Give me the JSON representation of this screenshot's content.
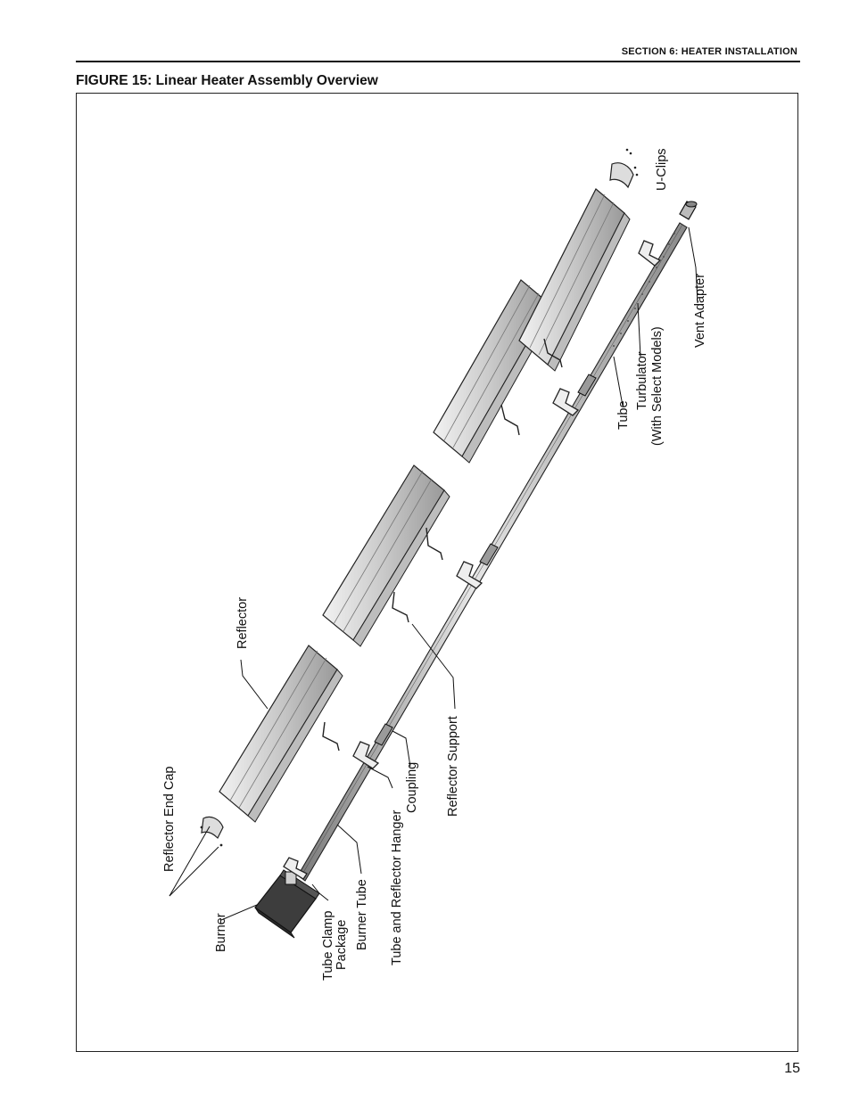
{
  "header": {
    "section": "SECTION 6: HEATER INSTALLATION"
  },
  "figure": {
    "title": "FIGURE 15: Linear Heater Assembly Overview"
  },
  "labels": {
    "reflector_end_cap": "Reflector End Cap",
    "reflector": "Reflector",
    "burner": "Burner",
    "tube_clamp_line1": "Tube Clamp",
    "tube_clamp_line2": "Package",
    "burner_tube": "Burner Tube",
    "tube_reflector_hanger": "Tube and Reflector Hanger",
    "coupling": "Coupling",
    "reflector_support": "Reflector Support",
    "tube": "Tube",
    "turbulator_line1": "Turbulator",
    "turbulator_line2": "(With Select Models)",
    "vent_adapter": "Vent Adapter",
    "u_clips": "U-Clips"
  },
  "page": {
    "number": "15"
  }
}
